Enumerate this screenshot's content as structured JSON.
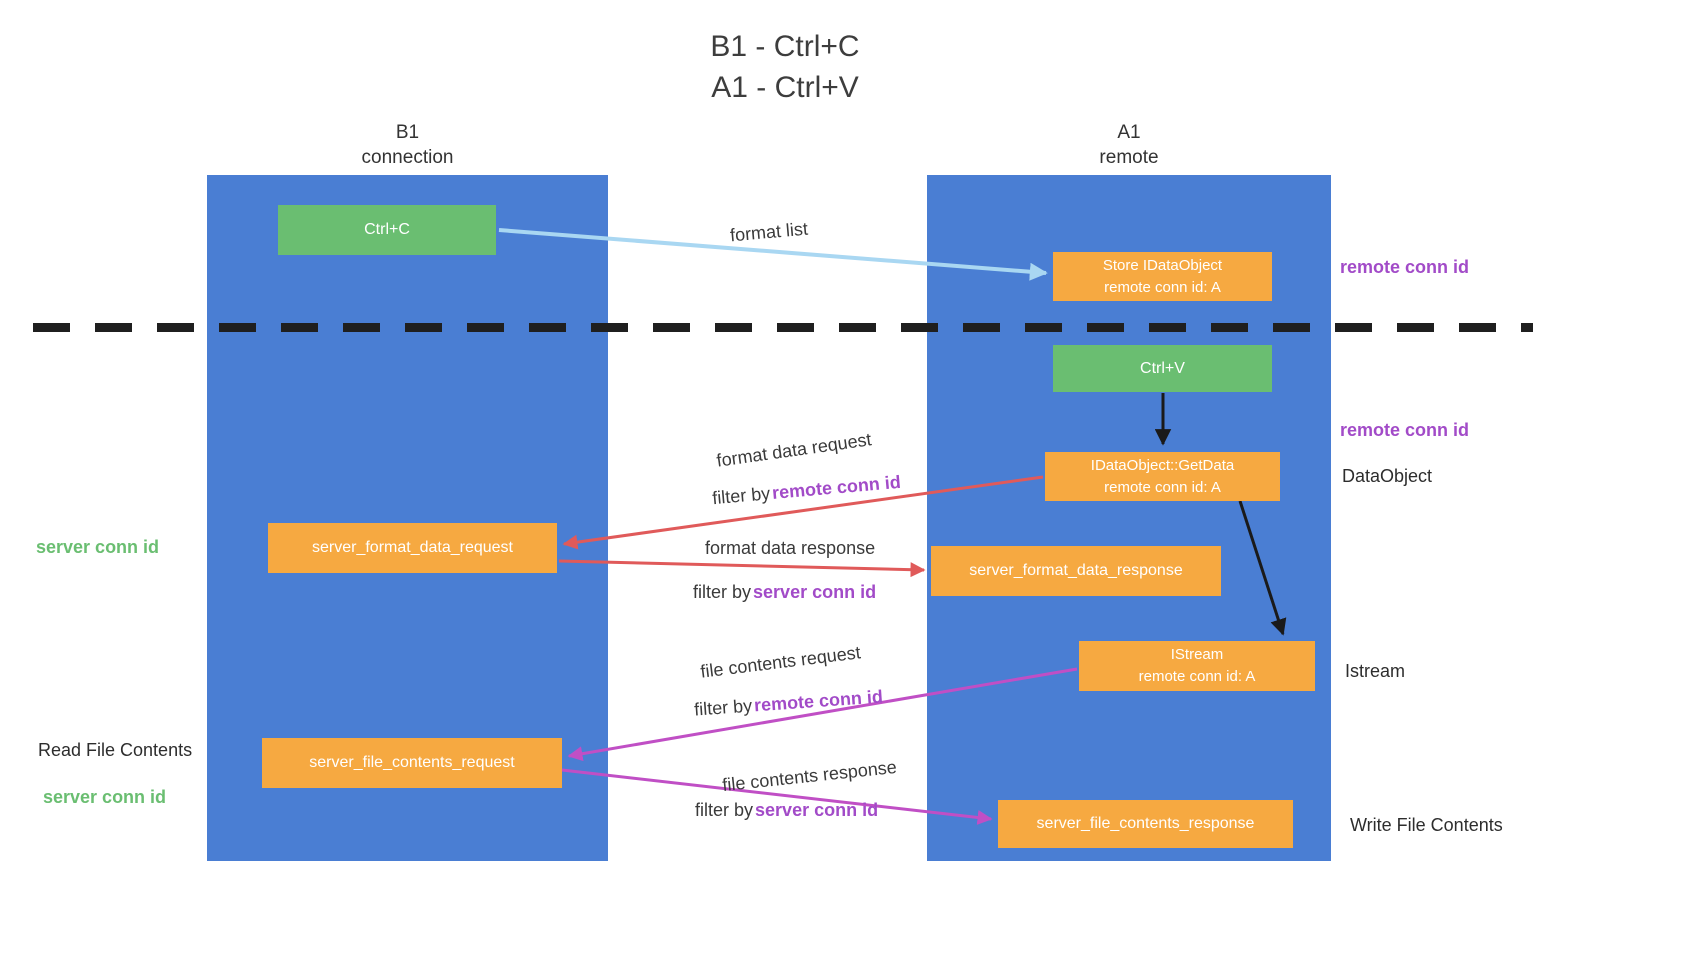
{
  "title": {
    "line1": "B1 - Ctrl+C",
    "line2": "A1 - Ctrl+V"
  },
  "lanes": {
    "left": {
      "name": "B1",
      "sublabel": "connection"
    },
    "right": {
      "name": "A1",
      "sublabel": "remote"
    }
  },
  "boxes": {
    "ctrl_c": {
      "label": "Ctrl+C"
    },
    "store_idataobject": {
      "line1": "Store IDataObject",
      "line2": "remote conn id: A"
    },
    "ctrl_v": {
      "label": "Ctrl+V"
    },
    "getdata": {
      "line1": "IDataObject::GetData",
      "line2": "remote conn id: A"
    },
    "server_format_data_request": {
      "label": "server_format_data_request"
    },
    "server_format_data_response": {
      "label": "server_format_data_response"
    },
    "istream": {
      "line1": "IStream",
      "line2": "remote conn id: A"
    },
    "server_file_contents_request": {
      "label": "server_file_contents_request"
    },
    "server_file_contents_response": {
      "label": "server_file_contents_response"
    }
  },
  "side_labels": {
    "remote_conn_id_top": "remote conn id",
    "remote_conn_id_mid": "remote conn id",
    "dataobject": "DataObject",
    "istream": "Istream",
    "server_conn_id_top": "server conn id",
    "read_file_contents": "Read File Contents",
    "server_conn_id_bottom": "server conn id",
    "write_file_contents": "Write File Contents"
  },
  "arrow_labels": {
    "format_list": "format list",
    "format_data_request": "format data request",
    "format_data_response": "format data response",
    "file_contents_request": "file contents request",
    "file_contents_response": "file contents response",
    "filter_by": "filter by",
    "remote_conn_id": "remote conn id",
    "server_conn_id": "server conn id"
  },
  "colors": {
    "lane_blue": "#4A7ED3",
    "box_green": "#6ABE71",
    "box_orange": "#F6A941",
    "arrow_lightblue": "#A9D7F2",
    "arrow_red": "#E05A5A",
    "arrow_magenta": "#C04FC5",
    "arrow_black": "#1A1A1A",
    "text_purple": "#A24BC8",
    "text_green": "#6ABE71",
    "dashed_line": "#1F1F1F"
  }
}
